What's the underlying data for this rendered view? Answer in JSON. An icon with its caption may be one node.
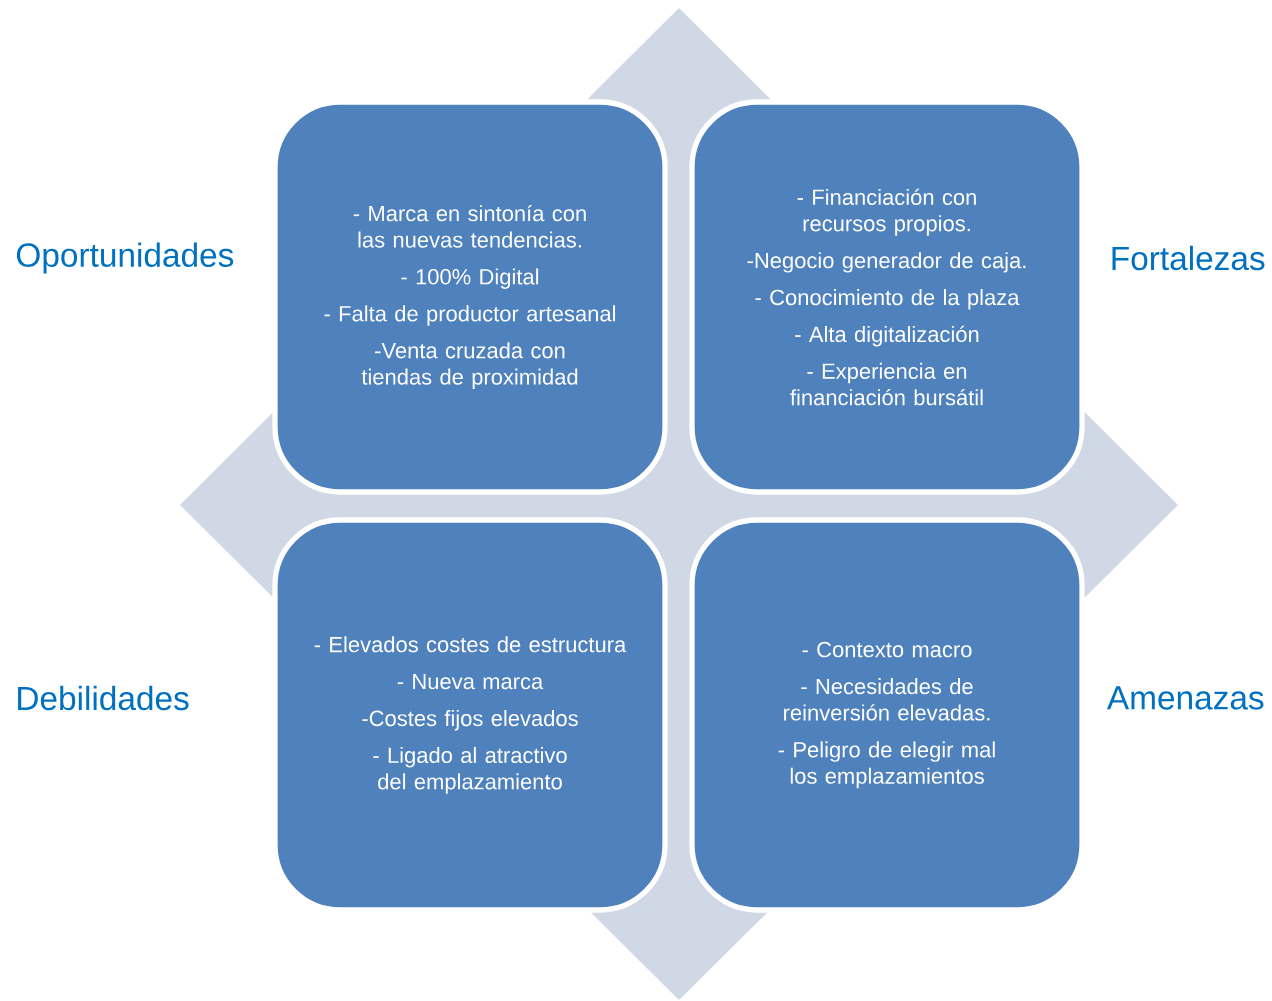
{
  "diagram": {
    "nodes": [
      {
        "text": [
          "- Marca en sintonía con las nuevas tendencias.",
          "- 100% Digital",
          "- Falta de productor artesanal",
          "-Venta cruzada con tiendas de proximidad"
        ],
        "beside": [
          "Oportunidades"
        ]
      },
      {
        "text": [
          "- Financiación con recursos propios.",
          "-Negocio generador de caja.",
          "- Conocimiento de la plaza",
          "- Alta digitalización",
          "- Experiencia en financiación bursátil"
        ],
        "beside": [
          "Fortalezas"
        ]
      },
      {
        "text": [
          "- Elevados costes de estructura",
          "- Nueva marca",
          "-Costes fijos elevados",
          "- Ligado al atractivo del emplazamiento"
        ],
        "beside": [
          "Debilidades"
        ]
      },
      {
        "text": [
          "- Contexto macro",
          "- Necesidades de reinversión elevadas.",
          "- Peligro de elegir mal los emplazamientos"
        ],
        "beside": [
          "Amenazas"
        ]
      }
    ]
  }
}
